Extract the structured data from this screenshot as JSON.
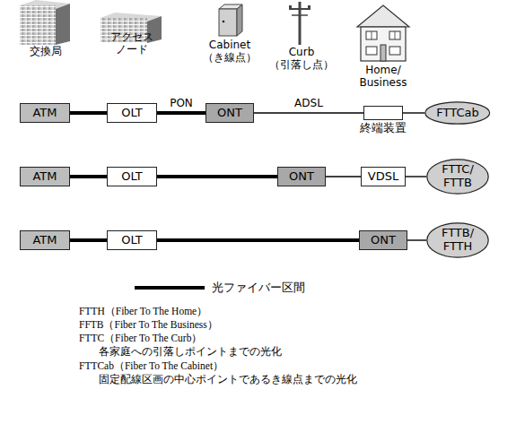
{
  "diagram": {
    "nodes": [
      {
        "text": [
          "交換局"
        ]
      },
      {
        "text": [
          "ATM"
        ],
        "in": 0
      },
      {
        "text": [
          "ATM"
        ],
        "in": 0
      },
      {
        "text": [
          "ATM"
        ],
        "in": 0
      },
      {
        "text": [
          "アクセス ノード"
        ]
      },
      {
        "text": [
          "OLT"
        ],
        "in": 4
      },
      {
        "text": [
          "OLT"
        ],
        "in": 4
      },
      {
        "text": [
          "OLT"
        ],
        "in": 4
      },
      {
        "text": [
          "Cabinet （き線点）"
        ]
      },
      {
        "text": [
          "ONT"
        ],
        "in": 8
      },
      {
        "text": [
          "Curb （引落し点）"
        ]
      },
      {
        "text": [
          "ONT"
        ],
        "in": 10
      },
      {
        "text": [
          "Home/ Business"
        ]
      },
      {
        "text": [
          "終端装置"
        ],
        "in": 12
      },
      {
        "text": [
          "VDSL"
        ],
        "in": 12
      },
      {
        "text": [
          "ONT"
        ],
        "in": 12
      },
      {
        "text": [
          "FTTCab"
        ]
      },
      {
        "text": [
          "FTTC/ FTTB"
        ]
      },
      {
        "text": [
          "FTTB/ FTTH"
        ]
      }
    ],
    "edges": [
      {
        "from": 1,
        "to": 5,
        "arrow": "none"
      },
      {
        "from": 5,
        "to": 9,
        "label": "PON",
        "arrow": "none"
      },
      {
        "from": 9,
        "to": 13,
        "label": "ADSL",
        "arrow": "none"
      },
      {
        "from": 13,
        "to": 16,
        "arrow": "none"
      },
      {
        "from": 2,
        "to": 6,
        "arrow": "none"
      },
      {
        "from": 6,
        "to": 11,
        "arrow": "none"
      },
      {
        "from": 11,
        "to": 14,
        "arrow": "none"
      },
      {
        "from": 14,
        "to": 17,
        "arrow": "none"
      },
      {
        "from": 3,
        "to": 7,
        "arrow": "none"
      },
      {
        "from": 7,
        "to": 15,
        "arrow": "none"
      },
      {
        "from": 15,
        "to": 18,
        "arrow": "none"
      }
    ],
    "labels": [
      "FTTH（Fiber To The Home）",
      "FFTB（Fiber To The Business）",
      "FTTC（Fiber To The Curb）",
      "各家庭への引落しポイントまでの光化",
      "FTTCab（Fiber To The Cabinet）",
      "固定配線区画の中心ポイントであるき線点までの光化"
    ],
    "legend": [
      {
        "text": "光ファイバー区間"
      }
    ]
  }
}
